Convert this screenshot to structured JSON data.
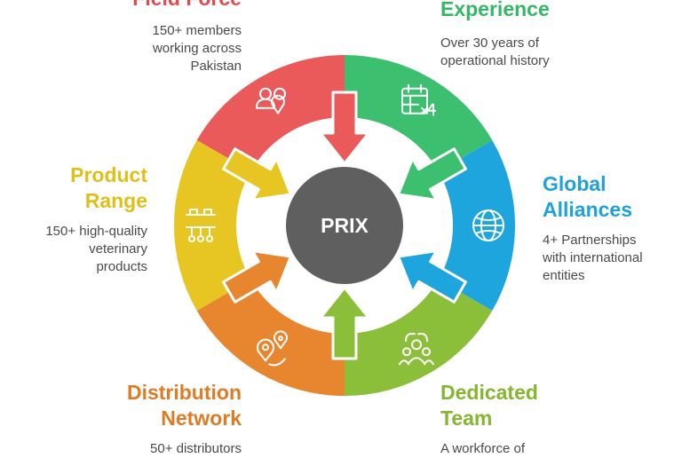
{
  "center_label": "PRIX",
  "segments": [
    {
      "id": "field-force",
      "title": "Field Force",
      "description": "150+ members\nworking across\nPakistan",
      "color": "#ea5a5a",
      "icon": "people-location-icon"
    },
    {
      "id": "experience",
      "title": "Experience",
      "description": "Over 30 years of\noperational history",
      "color": "#3cbf6e",
      "icon": "calendar-icon"
    },
    {
      "id": "global-alliances",
      "title": "Global\nAlliances",
      "description": "4+ Partnerships\nwith international\nentities",
      "color": "#1fa5dd",
      "icon": "globe-icon"
    },
    {
      "id": "dedicated-team",
      "title": "Dedicated\nTeam",
      "description": "A workforce of",
      "color": "#8bbf3a",
      "icon": "team-icon"
    },
    {
      "id": "distribution-network",
      "title": "Distribution\nNetwork",
      "description": "50+ distributors",
      "color": "#e8852f",
      "icon": "map-pins-icon"
    },
    {
      "id": "product-range",
      "title": "Product\nRange",
      "description": "150+ high-quality\nveterinary\nproducts",
      "color": "#e7c624",
      "icon": "lab-rack-icon"
    }
  ],
  "center_color": "#5f5f5f"
}
